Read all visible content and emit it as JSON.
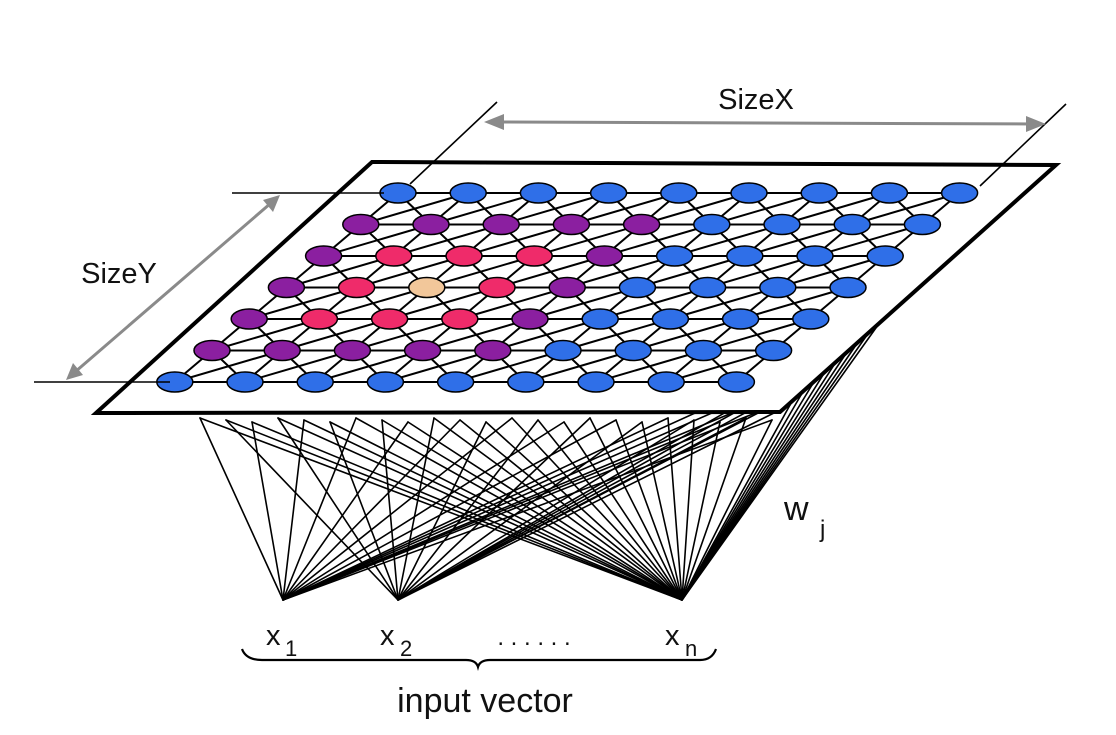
{
  "labels": {
    "size_x": "SizeX",
    "size_y": "SizeY",
    "weight": "w",
    "weight_subscript": "j",
    "x_symbol": "x",
    "inputs": [
      "1",
      "2",
      "n"
    ],
    "ellipsis": ". . . . . .",
    "caption": "input vector"
  },
  "grid": {
    "rows": 7,
    "columns": 9,
    "node_colors": [
      [
        "blue",
        "blue",
        "blue",
        "blue",
        "blue",
        "blue",
        "blue",
        "blue",
        "blue"
      ],
      [
        "purple",
        "purple",
        "purple",
        "purple",
        "purple",
        "blue",
        "blue",
        "blue",
        "blue"
      ],
      [
        "purple",
        "red",
        "red",
        "red",
        "purple",
        "blue",
        "blue",
        "blue",
        "blue"
      ],
      [
        "purple",
        "red",
        "tan",
        "red",
        "purple",
        "blue",
        "blue",
        "blue",
        "blue"
      ],
      [
        "purple",
        "red",
        "red",
        "red",
        "purple",
        "blue",
        "blue",
        "blue",
        "blue"
      ],
      [
        "purple",
        "purple",
        "purple",
        "purple",
        "purple",
        "blue",
        "blue",
        "blue",
        "blue"
      ],
      [
        "blue",
        "blue",
        "blue",
        "blue",
        "blue",
        "blue",
        "blue",
        "blue",
        "blue"
      ]
    ]
  },
  "colors": {
    "blue": "#2f6fe8",
    "purple": "#8b1fa0",
    "red": "#ef2b6a",
    "tan": "#f2c79a",
    "line": "#000000",
    "dimension_arrow": "#8a8a8a"
  }
}
